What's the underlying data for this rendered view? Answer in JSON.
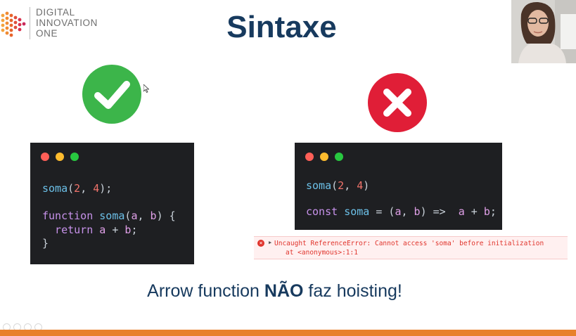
{
  "logo": {
    "line1": "DIGITAL",
    "line2": "INNOVATION",
    "line3": "ONE"
  },
  "title": "Sintaxe",
  "code_good": {
    "line1": {
      "fn": "soma",
      "p1": "(",
      "n1": "2",
      "c1": ", ",
      "n2": "4",
      "p2": ");"
    },
    "line2": {
      "kw": "function",
      "sp1": " ",
      "fn": "soma",
      "rest1": "(",
      "a": "a",
      "c": ", ",
      "b": "b",
      "rest2": ") {"
    },
    "line3": {
      "kw": "  return",
      "sp": " ",
      "a": "a",
      "op": " + ",
      "b": "b",
      "end": ";"
    },
    "line4": "}"
  },
  "code_bad": {
    "line1": {
      "fn": "soma",
      "p1": "(",
      "n1": "2",
      "c1": ", ",
      "n2": "4",
      "p2": ")"
    },
    "line2": {
      "kw": "const",
      "sp1": " ",
      "fn": "soma",
      "mid": " = (",
      "a": "a",
      "c": ", ",
      "b": "b",
      "arrow": ") =>  ",
      "a2": "a",
      "op": " + ",
      "b2": "b",
      "end": ";"
    }
  },
  "error": {
    "line1": "Uncaught ReferenceError: Cannot access 'soma' before initialization",
    "line2": "at <anonymous>:1:1"
  },
  "caption": {
    "pre": "Arrow function ",
    "bold": "NÃO",
    "post": " faz hoisting!"
  },
  "colors": {
    "title": "#173a5e",
    "accent_bar": "#e8802c",
    "ok": "#3cb54a",
    "bad": "#e01e37",
    "code_bg": "#1e1f22"
  }
}
